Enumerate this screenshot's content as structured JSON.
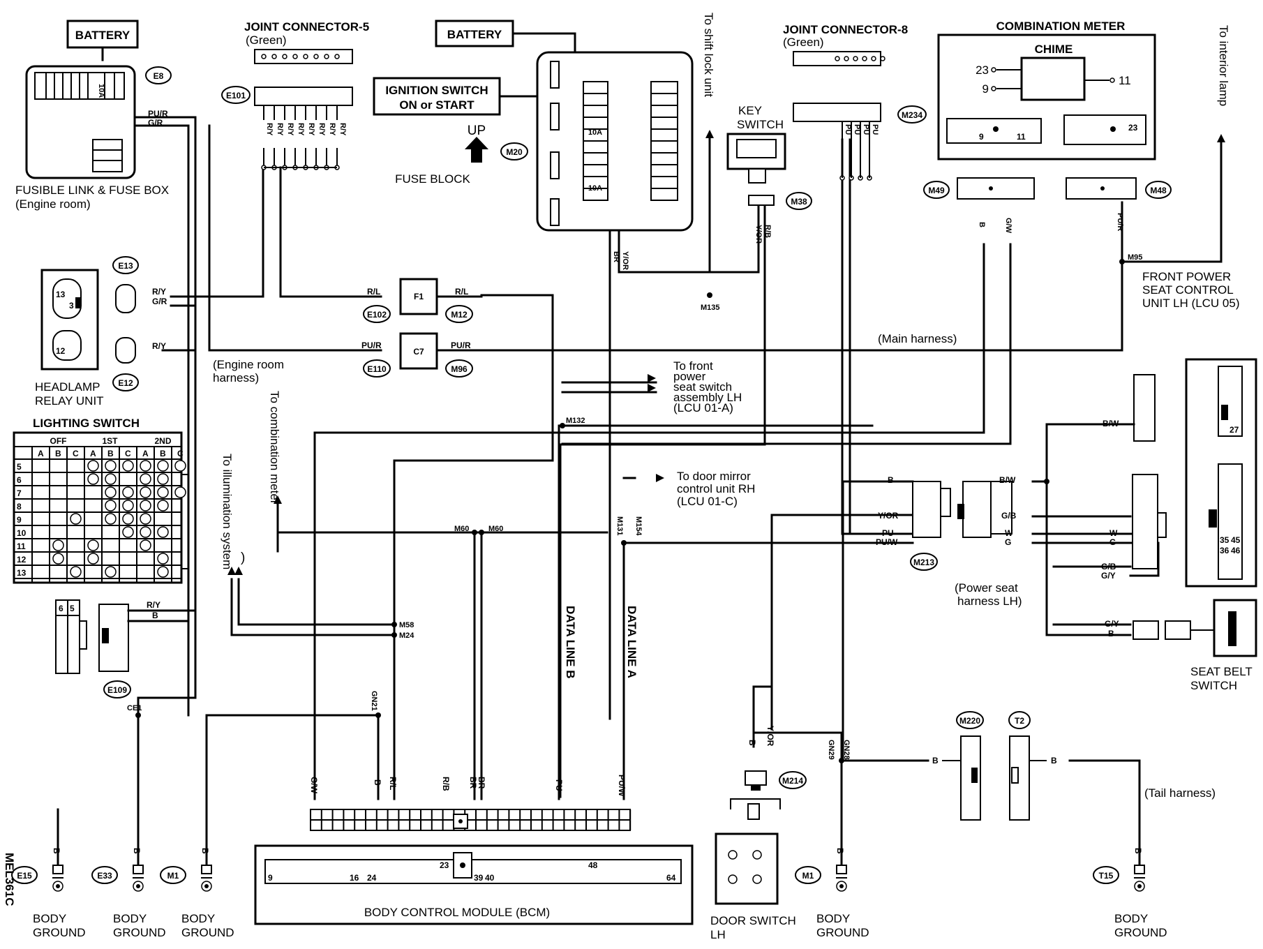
{
  "diagram_id": "MEL361C",
  "top": {
    "battery_left": "BATTERY",
    "battery_mid": "BATTERY",
    "joint_connector_5": "JOINT CONNECTOR-5",
    "joint_connector_5_color": "(Green)",
    "joint_connector_8": "JOINT CONNECTOR-8",
    "joint_connector_8_color": "(Green)",
    "ignition_switch_line1": "IGNITION SWITCH",
    "ignition_switch_line2": "ON or START",
    "up": "UP",
    "fuse_block": "FUSE BLOCK",
    "fuse_10a_a": "10A",
    "fuse_10a_b": "10A",
    "fusible_link_line1": "FUSIBLE LINK & FUSE BOX",
    "fusible_link_line2": "(Engine room)",
    "fusible_10a": "10A",
    "fusible_pu_r": "PU/R",
    "fusible_g_r": "G/R",
    "to_shift_lock": "To shift lock unit",
    "key_switch_line1": "KEY",
    "key_switch_line2": "SWITCH",
    "combination_meter": "COMBINATION METER",
    "chime": "CHIME",
    "chime_pins": [
      "23",
      "9",
      "11"
    ],
    "meter_conn_pins": [
      "9",
      "11",
      "23"
    ],
    "to_interior_lamp": "To interior lamp"
  },
  "connectors": {
    "E8": "E8",
    "E101": "E101",
    "M20": "M20",
    "M234": "M234",
    "M38": "M38",
    "M49": "M49",
    "M48": "M48",
    "E13": "E13",
    "E12": "E12",
    "E102": "E102",
    "M12": "M12",
    "E110": "E110",
    "M96": "M96",
    "E109": "E109",
    "M213": "M213",
    "M220": "M220",
    "T2": "T2",
    "M214": "M214",
    "E15": "E15",
    "E33": "E33",
    "M1a": "M1",
    "M1b": "M1",
    "T15": "T15"
  },
  "wires": {
    "jc5": [
      "R/Y",
      "R/Y",
      "R/Y",
      "R/Y",
      "R/Y",
      "R/Y",
      "R/Y",
      "R/Y"
    ],
    "jc8": [
      "PU",
      "PU",
      "PU",
      "PU"
    ],
    "e13_ry": "R/Y",
    "e13_gr": "G/R",
    "e12_ry": "R/Y",
    "rl_left": "R/L",
    "rl_right": "R/L",
    "f1": "F1",
    "pur_left": "PU/R",
    "pur_right": "PU/R",
    "c7": "C7",
    "yor_fuse": "Y/OR",
    "br_fuse": "BR",
    "rb_key": "R/B",
    "yor_key": "Y/OR",
    "m49_b": "B",
    "m49_gw": "G/W",
    "m48_pur": "PU/R",
    "e109_ry": "R/Y",
    "e109_b": "B",
    "m213_b": "B",
    "m213_yor": "Y/OR",
    "m213_pu": "PU",
    "m213_puw": "PU/W",
    "ps_bw1": "B/W",
    "ps_bw2": "B/W",
    "ps_gb": "G/B",
    "ps_w1": "W",
    "ps_g1": "G",
    "ps_w2": "W",
    "ps_g2": "G",
    "ps_gb2": "G/B",
    "ps_gy": "G/Y",
    "sb_gy": "G/Y",
    "sb_b": "B",
    "ds_b": "B",
    "ds_yor": "Y/OR",
    "tail_b1": "B",
    "tail_b2": "B",
    "bcm_gw": "G/W",
    "bcm_b": "B",
    "bcm_rl": "R/L",
    "bcm_rb": "R/B",
    "bcm_br1": "BR",
    "bcm_br2": "BR",
    "bcm_pu": "PU",
    "bcm_puw": "PU/W",
    "gnd_b1": "B",
    "gnd_b2": "B",
    "gnd_b3": "B",
    "gnd_b4": "B",
    "gnd_b5": "B"
  },
  "splices": {
    "m135": "M135",
    "m95": "M95",
    "m132": "M132",
    "m60a": "M60",
    "m60b": "M60",
    "m131": "M131",
    "m154": "M154",
    "m58": "M58",
    "m24": "M24",
    "gn21": "GN21",
    "ce1": "CE1",
    "gn29": "GN29",
    "gn28": "GN28"
  },
  "labels": {
    "headlamp_relay_line1": "HEADLAMP",
    "headlamp_relay_line2": "RELAY UNIT",
    "engine_room_harness_line1": "(Engine room",
    "engine_room_harness_line2": "harness)",
    "main_harness": "(Main harness)",
    "to_combination_meter": "To combination meter",
    "to_illumination": "To illumination system",
    "front_seat_switch": [
      "To front",
      "power",
      "seat switch",
      "assembly LH",
      "(LCU 01-A)"
    ],
    "door_mirror": [
      "To door mirror",
      "control unit RH",
      "(LCU 01-C)"
    ],
    "front_power_seat": [
      "FRONT POWER",
      "SEAT CONTROL",
      "UNIT LH (LCU 05)"
    ],
    "power_seat_harness": [
      "(Power seat",
      "harness LH)"
    ],
    "seat_belt_switch": [
      "SEAT BELT",
      "SWITCH"
    ],
    "data_line_a": "DATA LINE A",
    "data_line_b": "DATA LINE B",
    "tail_harness": "(Tail harness)",
    "bcm": "BODY CONTROL MODULE (BCM)",
    "bcm_pins": [
      "9",
      "16",
      "24",
      "23",
      "39",
      "40",
      "48",
      "64"
    ],
    "door_switch": [
      "DOOR SWITCH",
      "LH"
    ],
    "body_ground": [
      "BODY",
      "GROUND"
    ],
    "right_conn_pins": [
      "27",
      "35",
      "45",
      "36",
      "46"
    ]
  },
  "lighting_switch": {
    "title": "LIGHTING SWITCH",
    "groups": [
      "OFF",
      "1ST",
      "2ND"
    ],
    "cols": [
      "A",
      "B",
      "C",
      "A",
      "B",
      "C",
      "A",
      "B",
      "C"
    ],
    "rows": [
      "5",
      "6",
      "7",
      "8",
      "9",
      "10",
      "11",
      "12",
      "13"
    ],
    "e109_pins": [
      "6",
      "5"
    ]
  }
}
